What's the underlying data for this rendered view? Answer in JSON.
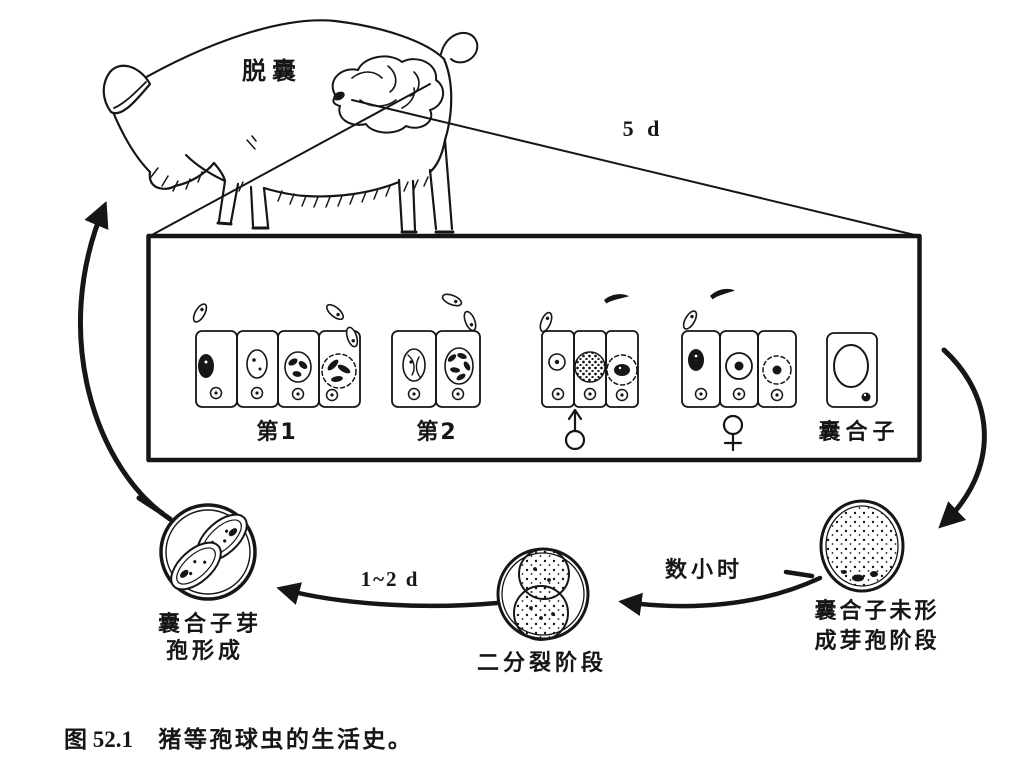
{
  "figure": {
    "labels": {
      "excystation": "脱囊",
      "duration_to_box": "5 d",
      "stage_first": "第1",
      "stage_second": "第2",
      "male_symbol_icon": "♂",
      "female_symbol_icon": "♀",
      "oocyst": "囊合子",
      "hours": "数小时",
      "sporulation_days": "1~2 d",
      "sporulated_line1": "囊合子芽",
      "sporulated_line2": "孢形成",
      "binary_fission": "二分裂阶段",
      "unsporulated_line1": "囊合子未形",
      "unsporulated_line2": "成芽孢阶段"
    },
    "caption": {
      "number": "图 52.1",
      "title": "猪等孢球虫的生活史。"
    },
    "colors": {
      "ink": "#161616",
      "background": "#ffffff"
    }
  }
}
